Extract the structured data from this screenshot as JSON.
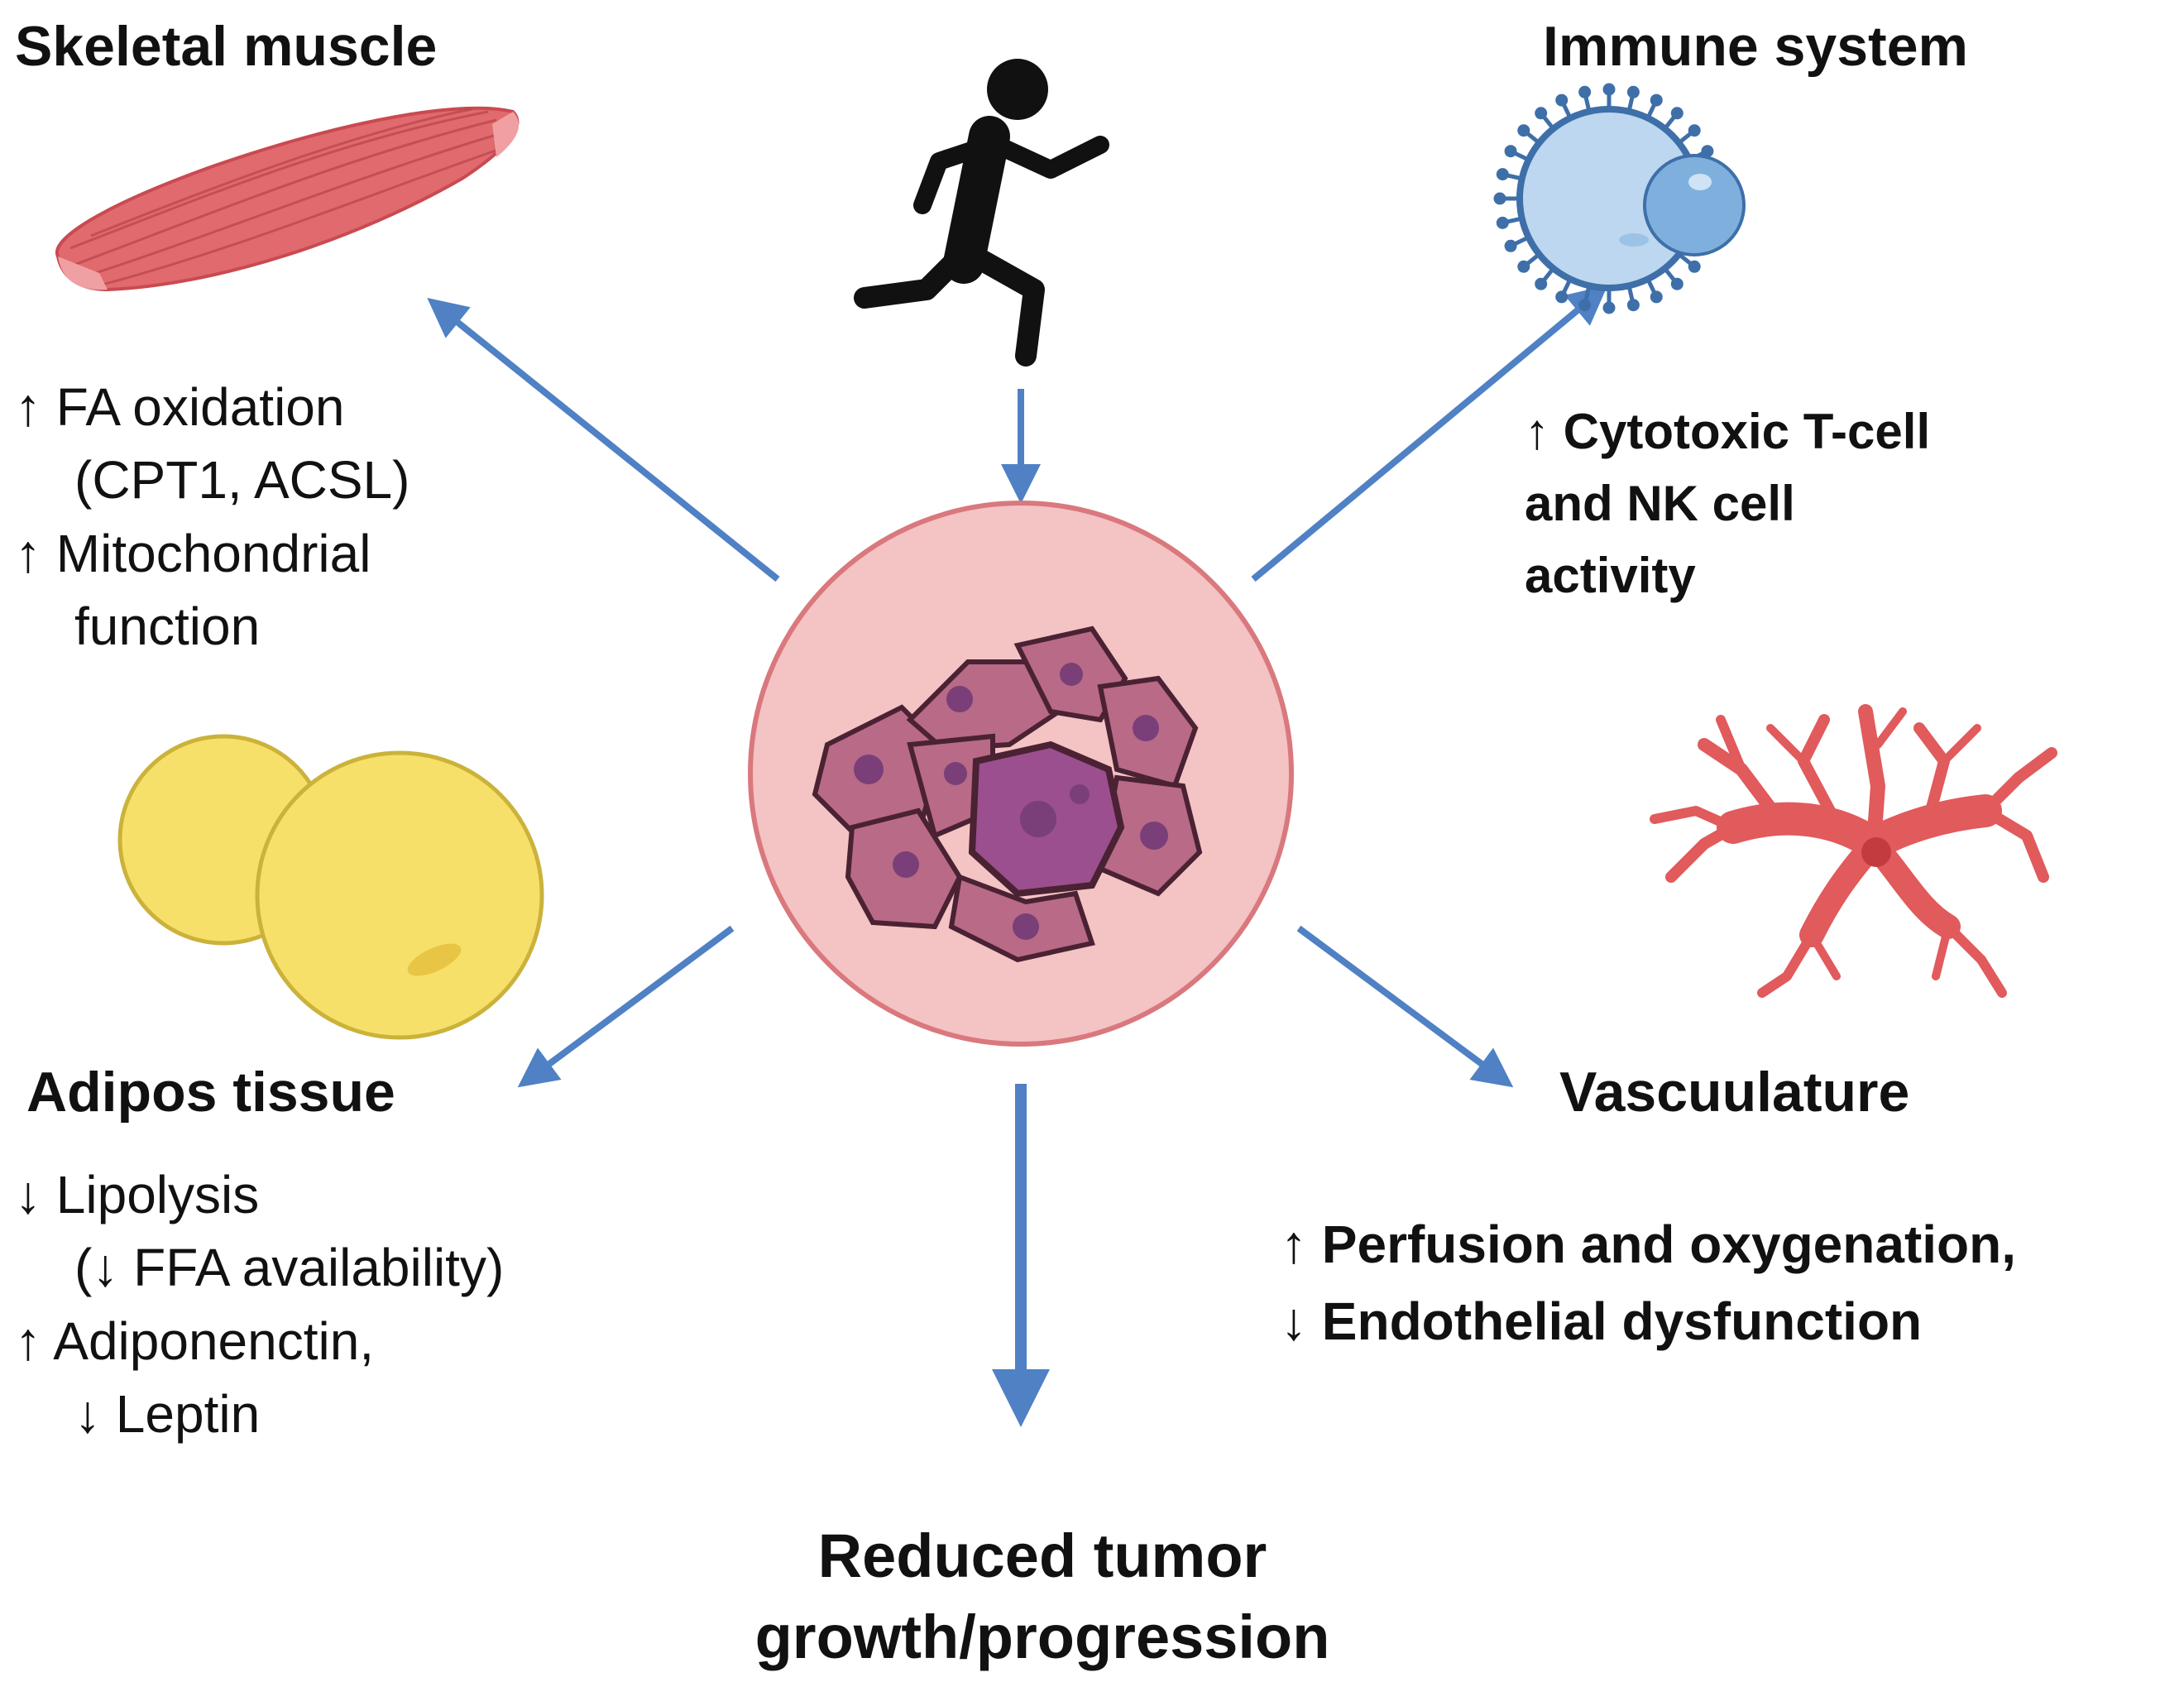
{
  "colors": {
    "arrow": "#4f81c4",
    "muscle": "#e06a6e",
    "fat": "#f6e06a",
    "immune_cell": "#bcd7ef",
    "tumor_bg": "#f4c3c4",
    "tumor_cell": "#b86a86",
    "vessel": "#e15a5c"
  },
  "icons": {
    "runner": "running-person-icon",
    "muscle": "skeletal-muscle-icon",
    "immune": "immune-cell-icon",
    "fat": "adipocyte-icon",
    "vessel": "blood-vessel-icon",
    "tumor": "tumor-cells-icon"
  },
  "skeletal_muscle": {
    "title": "Skeletal muscle",
    "lines": [
      "↑ FA oxidation",
      "(CPT1, ACSL)",
      "↑ Mitochondrial",
      "function"
    ]
  },
  "immune_system": {
    "title": "Immune system",
    "lines": [
      "↑ Cytotoxic T-cell",
      "and NK cell",
      "activity"
    ]
  },
  "adipose_tissue": {
    "title": "Adipos tissue",
    "lines": [
      "↓ Lipolysis",
      "(↓ FFA availability)",
      "↑ Adiponenctin,",
      "↓ Leptin"
    ]
  },
  "vasculature": {
    "title": "Vascuulature",
    "lines": [
      "↑ Perfusion and oxygenation,",
      "↓ Endothelial dysfunction"
    ]
  },
  "outcome": {
    "lines": [
      "Reduced tumor",
      "growth/progression"
    ]
  }
}
